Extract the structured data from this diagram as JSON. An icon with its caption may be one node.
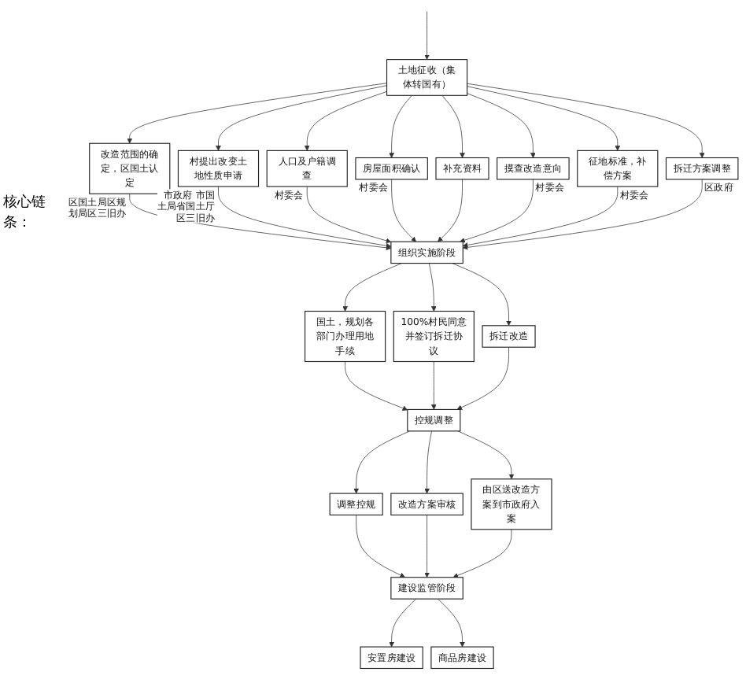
{
  "diagram": {
    "nodes": [
      {
        "text": [
          "土地征收（集体转国有）"
        ]
      },
      {
        "text": [
          "改造范围的确定，区国土认定"
        ],
        "beside": [
          "区国土局区规划局区三旧办"
        ]
      },
      {
        "text": [
          "村提出改变土地性质申请"
        ],
        "beside": [
          "市政府 市国土局省国土厅区三旧办"
        ]
      },
      {
        "text": [
          "人口及户籍调查"
        ],
        "beside": [
          "村委会"
        ]
      },
      {
        "text": [
          "房屋面积确认"
        ],
        "beside": [
          "村委会"
        ]
      },
      {
        "text": [
          "补充资料"
        ]
      },
      {
        "text": [
          "摸查改造意向"
        ],
        "beside": [
          "村委会"
        ]
      },
      {
        "text": [
          "征地标准，补偿方案"
        ],
        "beside": [
          "村委会"
        ]
      },
      {
        "text": [
          "拆迁方案调整"
        ],
        "beside": [
          "区政府"
        ]
      },
      {
        "text": [
          "组织实施阶段"
        ]
      },
      {
        "text": [
          "国土，规划各部门办理用地手续"
        ]
      },
      {
        "text": [
          "100%村民同意并签订拆迁协议"
        ]
      },
      {
        "text": [
          "拆迁改造"
        ]
      },
      {
        "text": [
          "控规调整"
        ]
      },
      {
        "text": [
          "调整控规"
        ]
      },
      {
        "text": [
          "改造方案审核"
        ]
      },
      {
        "text": [
          "由区送改造方案到市政府入案"
        ]
      },
      {
        "text": [
          "建设监管阶段"
        ]
      },
      {
        "text": [
          "安置房建设"
        ]
      },
      {
        "text": [
          "商品房建设"
        ]
      }
    ],
    "edges": [
      {
        "from": null,
        "to": 0,
        "arrow": "to"
      },
      {
        "from": 0,
        "to": 1,
        "arrow": "to"
      },
      {
        "from": 0,
        "to": 2,
        "arrow": "to"
      },
      {
        "from": 0,
        "to": 3,
        "arrow": "to"
      },
      {
        "from": 0,
        "to": 4,
        "arrow": "to"
      },
      {
        "from": 0,
        "to": 5,
        "arrow": "to"
      },
      {
        "from": 0,
        "to": 6,
        "arrow": "to"
      },
      {
        "from": 0,
        "to": 7,
        "arrow": "to"
      },
      {
        "from": 0,
        "to": 8,
        "arrow": "to"
      },
      {
        "from": 1,
        "to": 9,
        "arrow": "to"
      },
      {
        "from": 2,
        "to": 9,
        "arrow": "to"
      },
      {
        "from": 3,
        "to": 9,
        "arrow": "to"
      },
      {
        "from": 4,
        "to": 9,
        "arrow": "to"
      },
      {
        "from": 5,
        "to": 9,
        "arrow": "to"
      },
      {
        "from": 6,
        "to": 9,
        "arrow": "to"
      },
      {
        "from": 7,
        "to": 9,
        "arrow": "to"
      },
      {
        "from": 8,
        "to": 9,
        "arrow": "to"
      },
      {
        "from": 9,
        "to": 10,
        "arrow": "to"
      },
      {
        "from": 9,
        "to": 11,
        "arrow": "to"
      },
      {
        "from": 9,
        "to": 12,
        "arrow": "to"
      },
      {
        "from": 10,
        "to": 13,
        "arrow": "to"
      },
      {
        "from": 11,
        "to": 13,
        "arrow": "to"
      },
      {
        "from": 12,
        "to": 13,
        "arrow": "to"
      },
      {
        "from": 13,
        "to": 14,
        "arrow": "to"
      },
      {
        "from": 13,
        "to": 15,
        "arrow": "to"
      },
      {
        "from": 13,
        "to": 16,
        "arrow": "to"
      },
      {
        "from": 14,
        "to": 17,
        "arrow": "to"
      },
      {
        "from": 15,
        "to": 17,
        "arrow": "to"
      },
      {
        "from": 16,
        "to": 17,
        "arrow": "to"
      },
      {
        "from": 17,
        "to": 18,
        "arrow": "to"
      },
      {
        "from": 17,
        "to": 19,
        "arrow": "to"
      }
    ],
    "labels": [
      "核心链条："
    ]
  }
}
